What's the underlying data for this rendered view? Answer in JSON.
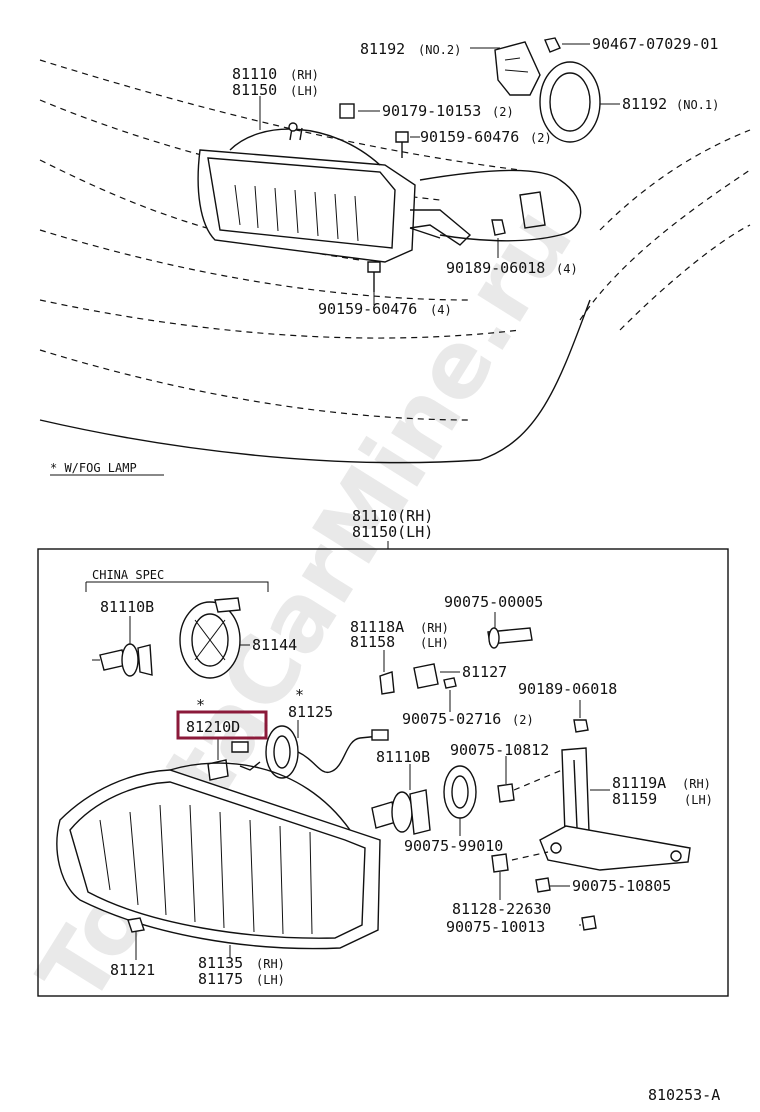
{
  "watermark": "ToyotaCarMine.ru",
  "top_section": {
    "labels": {
      "p81192_no2": "81192",
      "p81192_no2_note": "(NO.2)",
      "p90467": "90467-07029-01",
      "p81110_rh": "81110",
      "p81110_rh_note": "(RH)",
      "p81150_lh": "81150",
      "p81150_lh_note": "(LH)",
      "p90179": "90179-10153",
      "p90179_qty": "(2)",
      "p81192_no1": "81192",
      "p81192_no1_note": "(NO.1)",
      "p90159_a": "90159-60476",
      "p90159_a_qty": "(2)",
      "p90189": "90189-06018",
      "p90189_qty": "(4)",
      "p90159_b": "90159-60476",
      "p90159_b_qty": "(4)"
    },
    "footnote": "* W/FOG LAMP"
  },
  "bottom_section": {
    "assembly_rh": "81110(RH)",
    "assembly_lh": "81150(LH)",
    "china_spec": "CHINA SPEC",
    "labels": {
      "p81110B_a": "81110B",
      "p81144": "81144",
      "p90075_00005": "90075-00005",
      "p81118A": "81118A",
      "p81118A_note": "(RH)",
      "p81158": "81158",
      "p81158_note": "(LH)",
      "p81127": "81127",
      "p90189_0601": "90189-06018",
      "p90075_02716": "90075-02716",
      "p90075_02716_qty": "(2)",
      "p81125": "81125",
      "p81210D": "81210D",
      "star_a": "*",
      "star_b": "*",
      "p81110B_b": "81110B",
      "p90075_10812": "90075-10812",
      "p81119A": "81119A",
      "p81119A_note": "(RH)",
      "p81159": "81159",
      "p81159_note": "(LH)",
      "p90075_99010": "90075-99010",
      "p90075_10805": "90075-10805",
      "p81128": "81128-22630",
      "p90075_10013": "90075-10013",
      "p81121": "81121",
      "p81135": "81135",
      "p81135_note": "(RH)",
      "p81175": "81175",
      "p81175_note": "(LH)"
    },
    "highlight_color": "#8b1a3a"
  },
  "figure_id": "810253-A"
}
